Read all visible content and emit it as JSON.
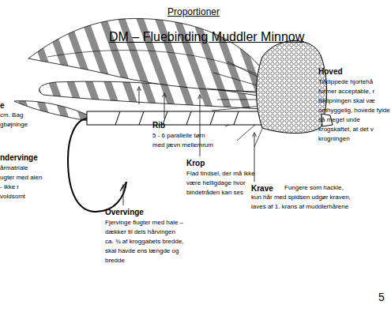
{
  "diagram": {
    "title": "DM – Fluebinding Muddler Minnow",
    "labels": [
      "Proportioner",
      "Hoved",
      "Tilklippede hjortehå former acceptable, r tilklipningen skal væ omhyggelig, hovede fylde så meget unde krogskaftet, at det v krogningen",
      "e",
      "cm. Bag gbøjninge",
      "ndervinge",
      "årmatriale ugter med alen - ikke r voldsomt",
      "Rib",
      "5 - 6 parallelle tørn med jævn mellemrum",
      "Krop",
      "Flad tindsel, der må ikke være helligdage hvor bindetråden kan ses",
      "Krave",
      "Fungere som hackle, kun hår med spidsen udgør kraven, laves af 1. krans af muddlerhårene",
      "Overvinge",
      "Fjervinge flugter med hale – dækker til dels hårvingen ca. ¾ af kroggabets bredde, skal havde ens længde og bredde",
      "5"
    ]
  }
}
